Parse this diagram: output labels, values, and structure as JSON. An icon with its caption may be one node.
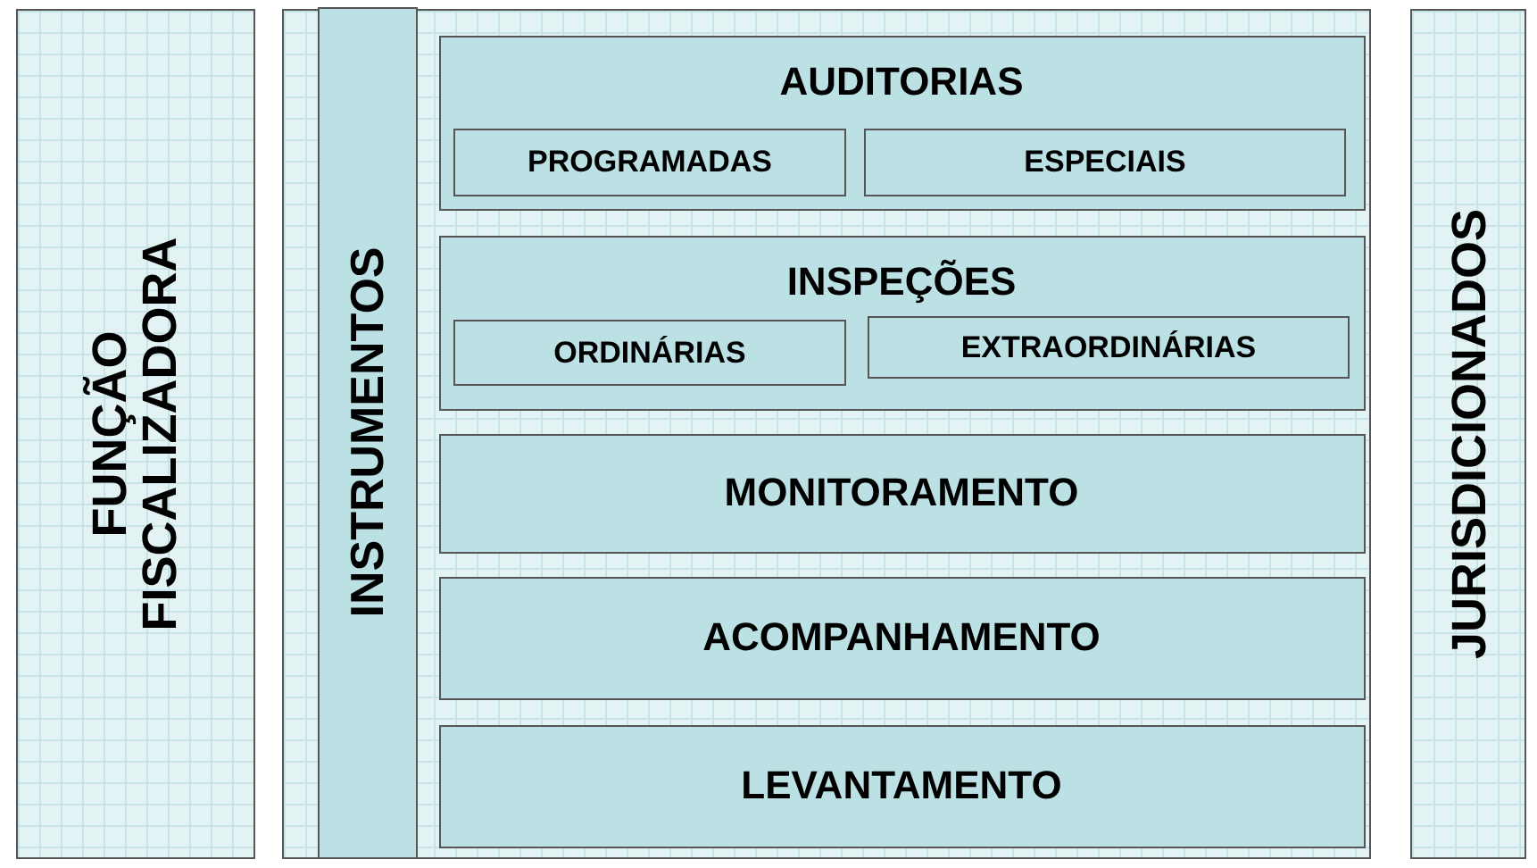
{
  "diagram": {
    "nodes": [
      {
        "text": [
          "FUNÇÃO FISCALIZADORA"
        ]
      },
      {
        "text": [],
        "shape": "box"
      },
      {
        "text": [
          "INSTRUMENTOS"
        ],
        "in": 1
      },
      {
        "text": [
          "AUDITORIAS"
        ],
        "in": 1
      },
      {
        "text": [
          "PROGRAMADAS"
        ],
        "in": 3
      },
      {
        "text": [
          "ESPECIAIS"
        ],
        "in": 3
      },
      {
        "text": [
          "INSPEÇÕES"
        ],
        "in": 1
      },
      {
        "text": [
          "ORDINÁRIAS"
        ],
        "in": 6
      },
      {
        "text": [
          "EXTRAORDINÁRIAS"
        ],
        "in": 6
      },
      {
        "text": [
          "MONITORAMENTO"
        ],
        "in": 1
      },
      {
        "text": [
          "ACOMPANHAMENTO"
        ],
        "in": 1
      },
      {
        "text": [
          "LEVANTAMENTO"
        ],
        "in": 1
      },
      {
        "text": [
          "JURISDICIONADOS"
        ]
      }
    ]
  }
}
